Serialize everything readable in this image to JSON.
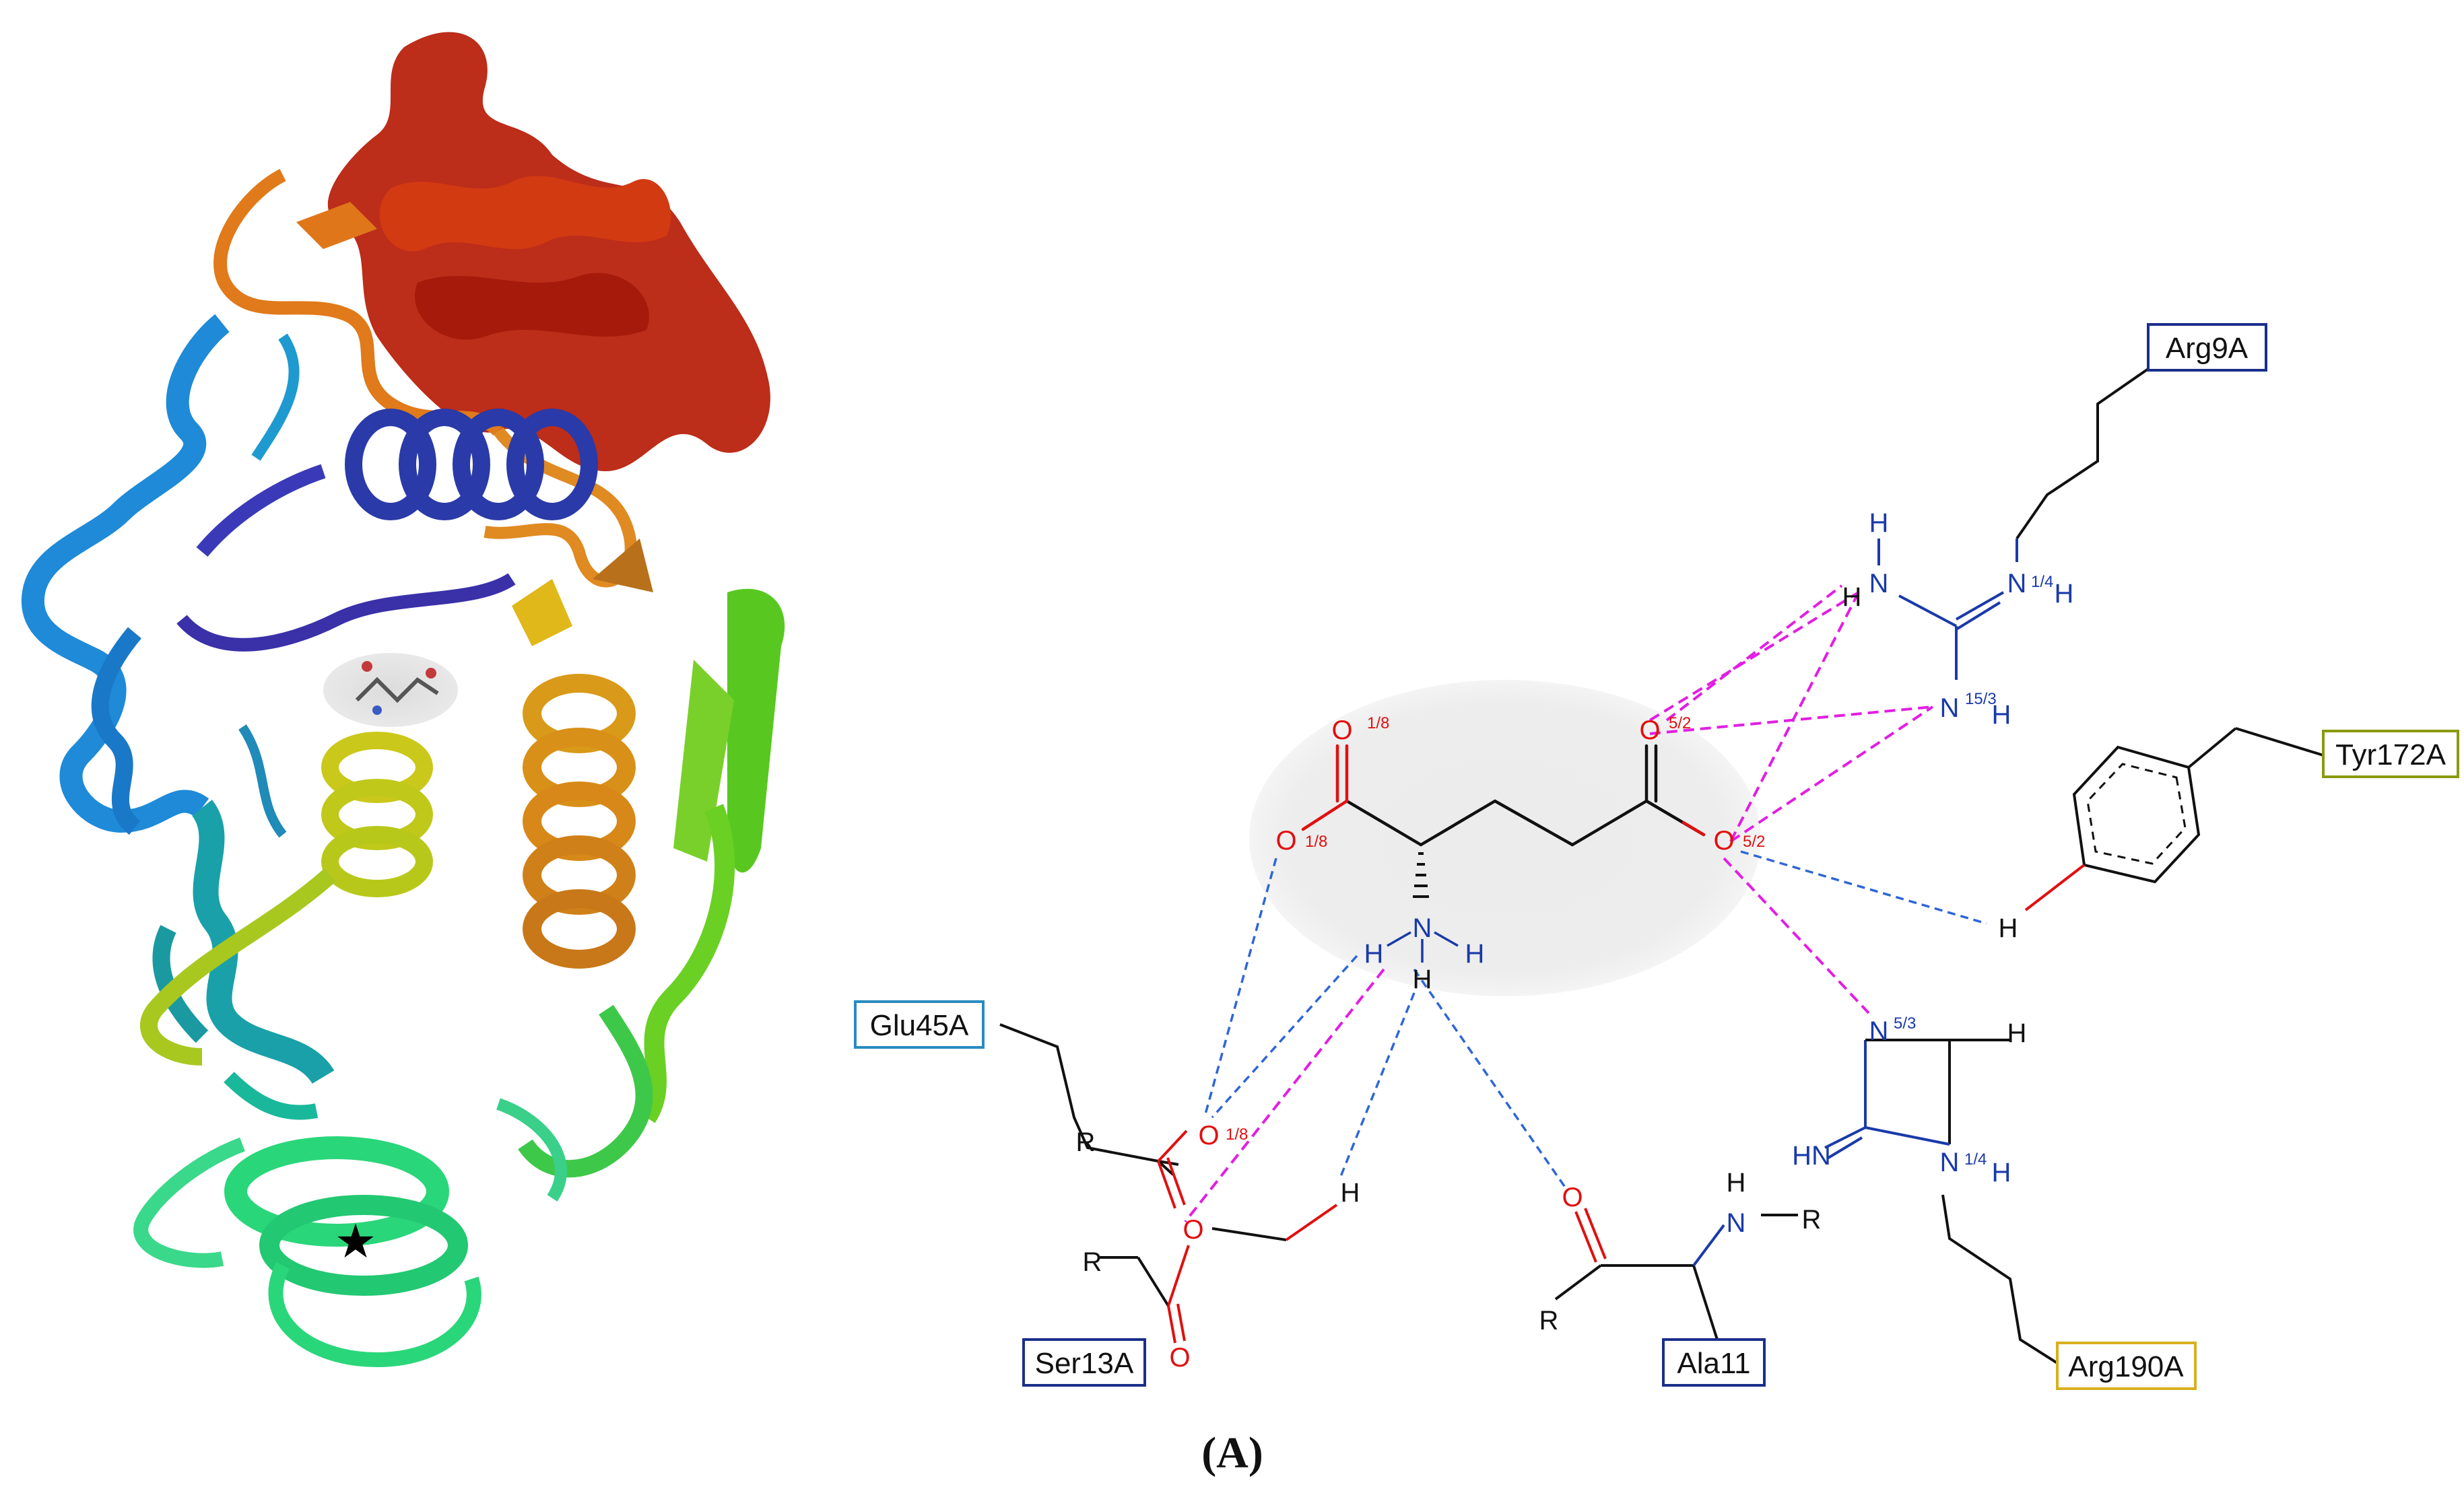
{
  "panel_label": "(A)",
  "colors": {
    "oxygen": "#e01010",
    "nitrogen": "#1a3aa8",
    "carbon": "#111111",
    "hbond": "#2f66d6",
    "salt_bridge": "#e21ee2",
    "ligand_halo": "#ececec",
    "ribbon_gradient": [
      "#2a2a9a",
      "#1e88d8",
      "#1aa8a0",
      "#2ad68a",
      "#8ed02a",
      "#d6c81a",
      "#e0901a",
      "#d84a12",
      "#b81a0a"
    ]
  },
  "structure_3d": {
    "star_marker": "★"
  },
  "residues": [
    {
      "key": "arg9",
      "label": "Arg9A",
      "border": "#1a2f8a"
    },
    {
      "key": "tyr172",
      "label": "Tyr172A",
      "border": "#8a9a10"
    },
    {
      "key": "glu45",
      "label": "Glu45A",
      "border": "#2a8ac0"
    },
    {
      "key": "ser13",
      "label": "Ser13A",
      "border": "#1a2f8a"
    },
    {
      "key": "ala11",
      "label": "Ala11",
      "border": "#1a2f8a"
    },
    {
      "key": "arg190",
      "label": "Arg190A",
      "border": "#d8b020"
    }
  ],
  "atoms": {
    "o": "O",
    "n": "N",
    "h": "H",
    "r": "R",
    "hn": "HN"
  },
  "superscripts": {
    "s18": "1/8",
    "s52": "5/2",
    "s14": "1/4",
    "s153": "15/3",
    "s53": "5/3"
  }
}
